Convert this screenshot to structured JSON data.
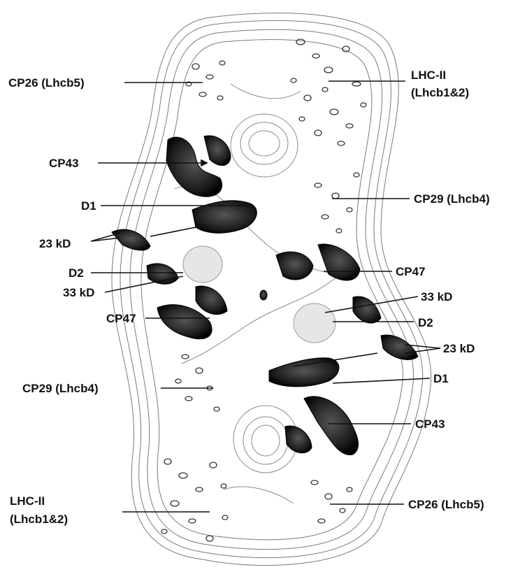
{
  "labels": {
    "cp26_top": "CP26 (Lhcb5)",
    "lhcii_top_1": "LHC-II",
    "lhcii_top_2": "(Lhcb1&2)",
    "cp43_left": "CP43",
    "cp29_right": "CP29 (Lhcb4)",
    "d1_left": "D1",
    "kd23_left": "23 kD",
    "d2_left": "D2",
    "cp47_right": "CP47",
    "kd33_left": "33 kD",
    "kd33_right": "33 kD",
    "cp47_left": "CP47",
    "d2_right": "D2",
    "kd23_right": "23 kD",
    "cp29_left": "CP29 (Lhcb4)",
    "d1_right": "D1",
    "cp43_right": "CP43",
    "lhcii_bottom_1": "LHC-II",
    "lhcii_bottom_2": "(Lhcb1&2)",
    "cp26_bottom": "CP26 (Lhcb5)"
  },
  "colors": {
    "contour": "#6b6b6b",
    "dense": "#2a2a2a",
    "background": "#ffffff",
    "text": "#111111"
  }
}
